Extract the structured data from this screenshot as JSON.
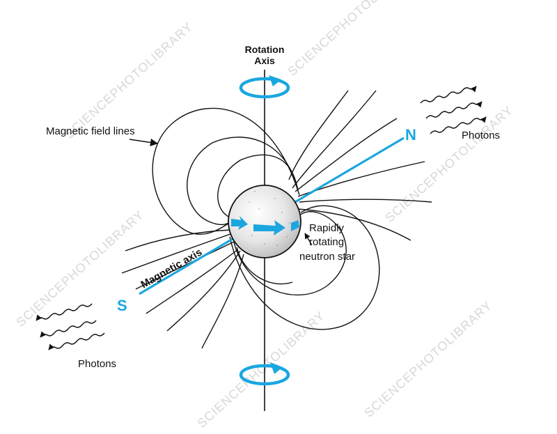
{
  "labels": {
    "rotation_axis_line1": "Rotation",
    "rotation_axis_line2": "Axis",
    "magnetic_field_lines": "Magnetic field lines",
    "north_pole": "N",
    "south_pole": "S",
    "photons_right": "Photons",
    "photons_left": "Photons",
    "magnetic_axis": "Magnetic axis",
    "star_line1": "Rapidly",
    "star_line2": "rotating",
    "star_line3": "neutron star"
  },
  "watermark": "SCIENCEPHOTOLIBRARY",
  "colors": {
    "accent": "#1aa6df",
    "ink": "#111111",
    "star_fill": "#e2e2e2",
    "watermark": "#d8d8d8"
  }
}
